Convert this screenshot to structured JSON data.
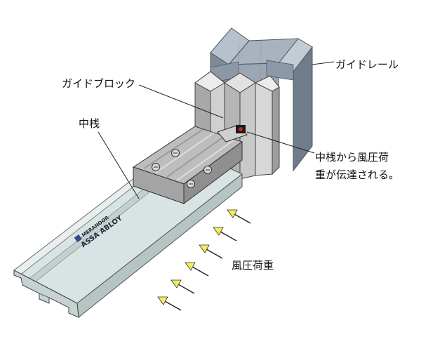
{
  "labels": {
    "guide_rail": "ガイドレール",
    "guide_block": "ガイドブロック",
    "mullion": "中桟",
    "transfer_line1": "中桟から風圧荷",
    "transfer_line2": "重が伝達される。",
    "wind_load": "風圧荷重"
  },
  "logo": {
    "brand_top": "MERANOOR",
    "brand_bottom": "ASSA ABLOY"
  },
  "arrows": {
    "count": 6,
    "head_color": "#f2ee5a"
  },
  "colors": {
    "rail_steel": "#9aa6b4",
    "block_steel": "#bcbcbc",
    "mullion": "#d8e3e3",
    "leader_line": "#222222"
  }
}
